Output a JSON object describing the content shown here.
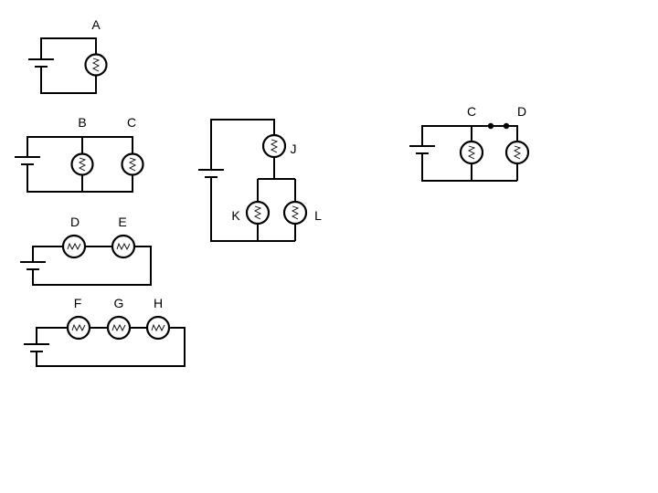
{
  "labels": {
    "A": "A",
    "B": "B",
    "C": "C",
    "D": "D",
    "E": "E",
    "F": "F",
    "G": "G",
    "H": "H",
    "J": "J",
    "K": "K",
    "L": "L",
    "C2": "C",
    "D2": "D"
  }
}
